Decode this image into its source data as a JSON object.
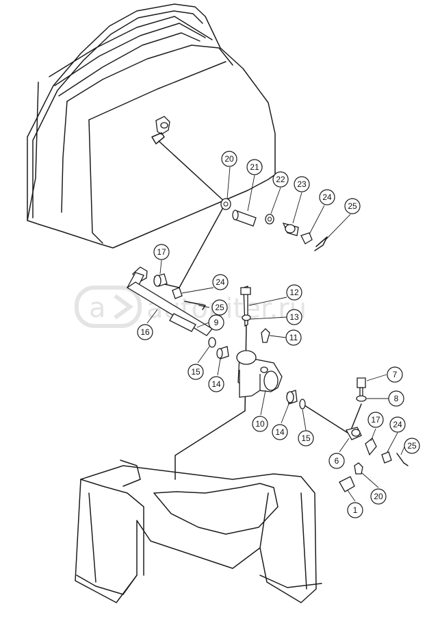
{
  "watermark": {
    "text": "autopiter.ru",
    "color": "#e4e4e4"
  },
  "callouts": {
    "c20a": "20",
    "c21": "21",
    "c22": "22",
    "c23": "23",
    "c24a": "24",
    "c25a": "25",
    "c17a": "17",
    "c24b": "24",
    "c25b": "25",
    "c12": "12",
    "c13": "13",
    "c9": "9",
    "c16": "16",
    "c11": "11",
    "c15a": "15",
    "c14a": "14",
    "c10": "10",
    "c14b": "14",
    "c15b": "15",
    "c7": "7",
    "c8": "8",
    "c17b": "17",
    "c24c": "24",
    "c25c": "25",
    "c6": "6",
    "c20b": "20",
    "c1": "1"
  }
}
